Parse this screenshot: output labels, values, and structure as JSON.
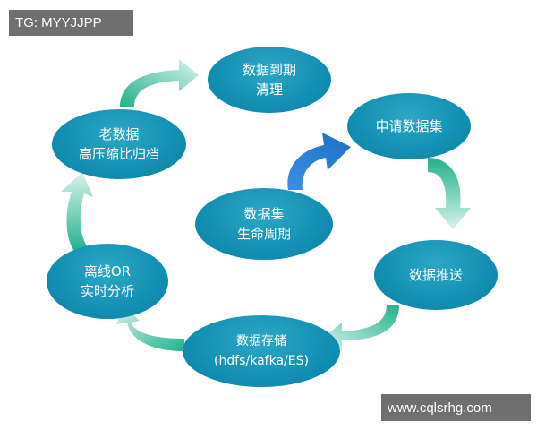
{
  "diagram": {
    "center": {
      "line1": "数据集",
      "line2": "生命周期"
    },
    "nodes": {
      "cleanup": {
        "line1": "数据到期",
        "line2": "清理"
      },
      "apply": {
        "line1": "申请数据集"
      },
      "push": {
        "line1": "数据推送"
      },
      "store": {
        "line1": "数据存储",
        "line2": "(hdfs/kafka/ES)"
      },
      "offline": {
        "line1": "离线OR",
        "line2": "实时分析"
      },
      "archive": {
        "line1": "老数据",
        "line2": "高压缩比归档"
      }
    }
  },
  "watermarks": {
    "top_left": "TG: MYYJJPP",
    "bottom_right": "www.cqlsrhg.com"
  },
  "colors": {
    "node_fill": "#138fb2",
    "cycle_arrow": "#3ec39a",
    "start_arrow": "#2f8fd8",
    "tag_bg": "#6f6f6f"
  }
}
